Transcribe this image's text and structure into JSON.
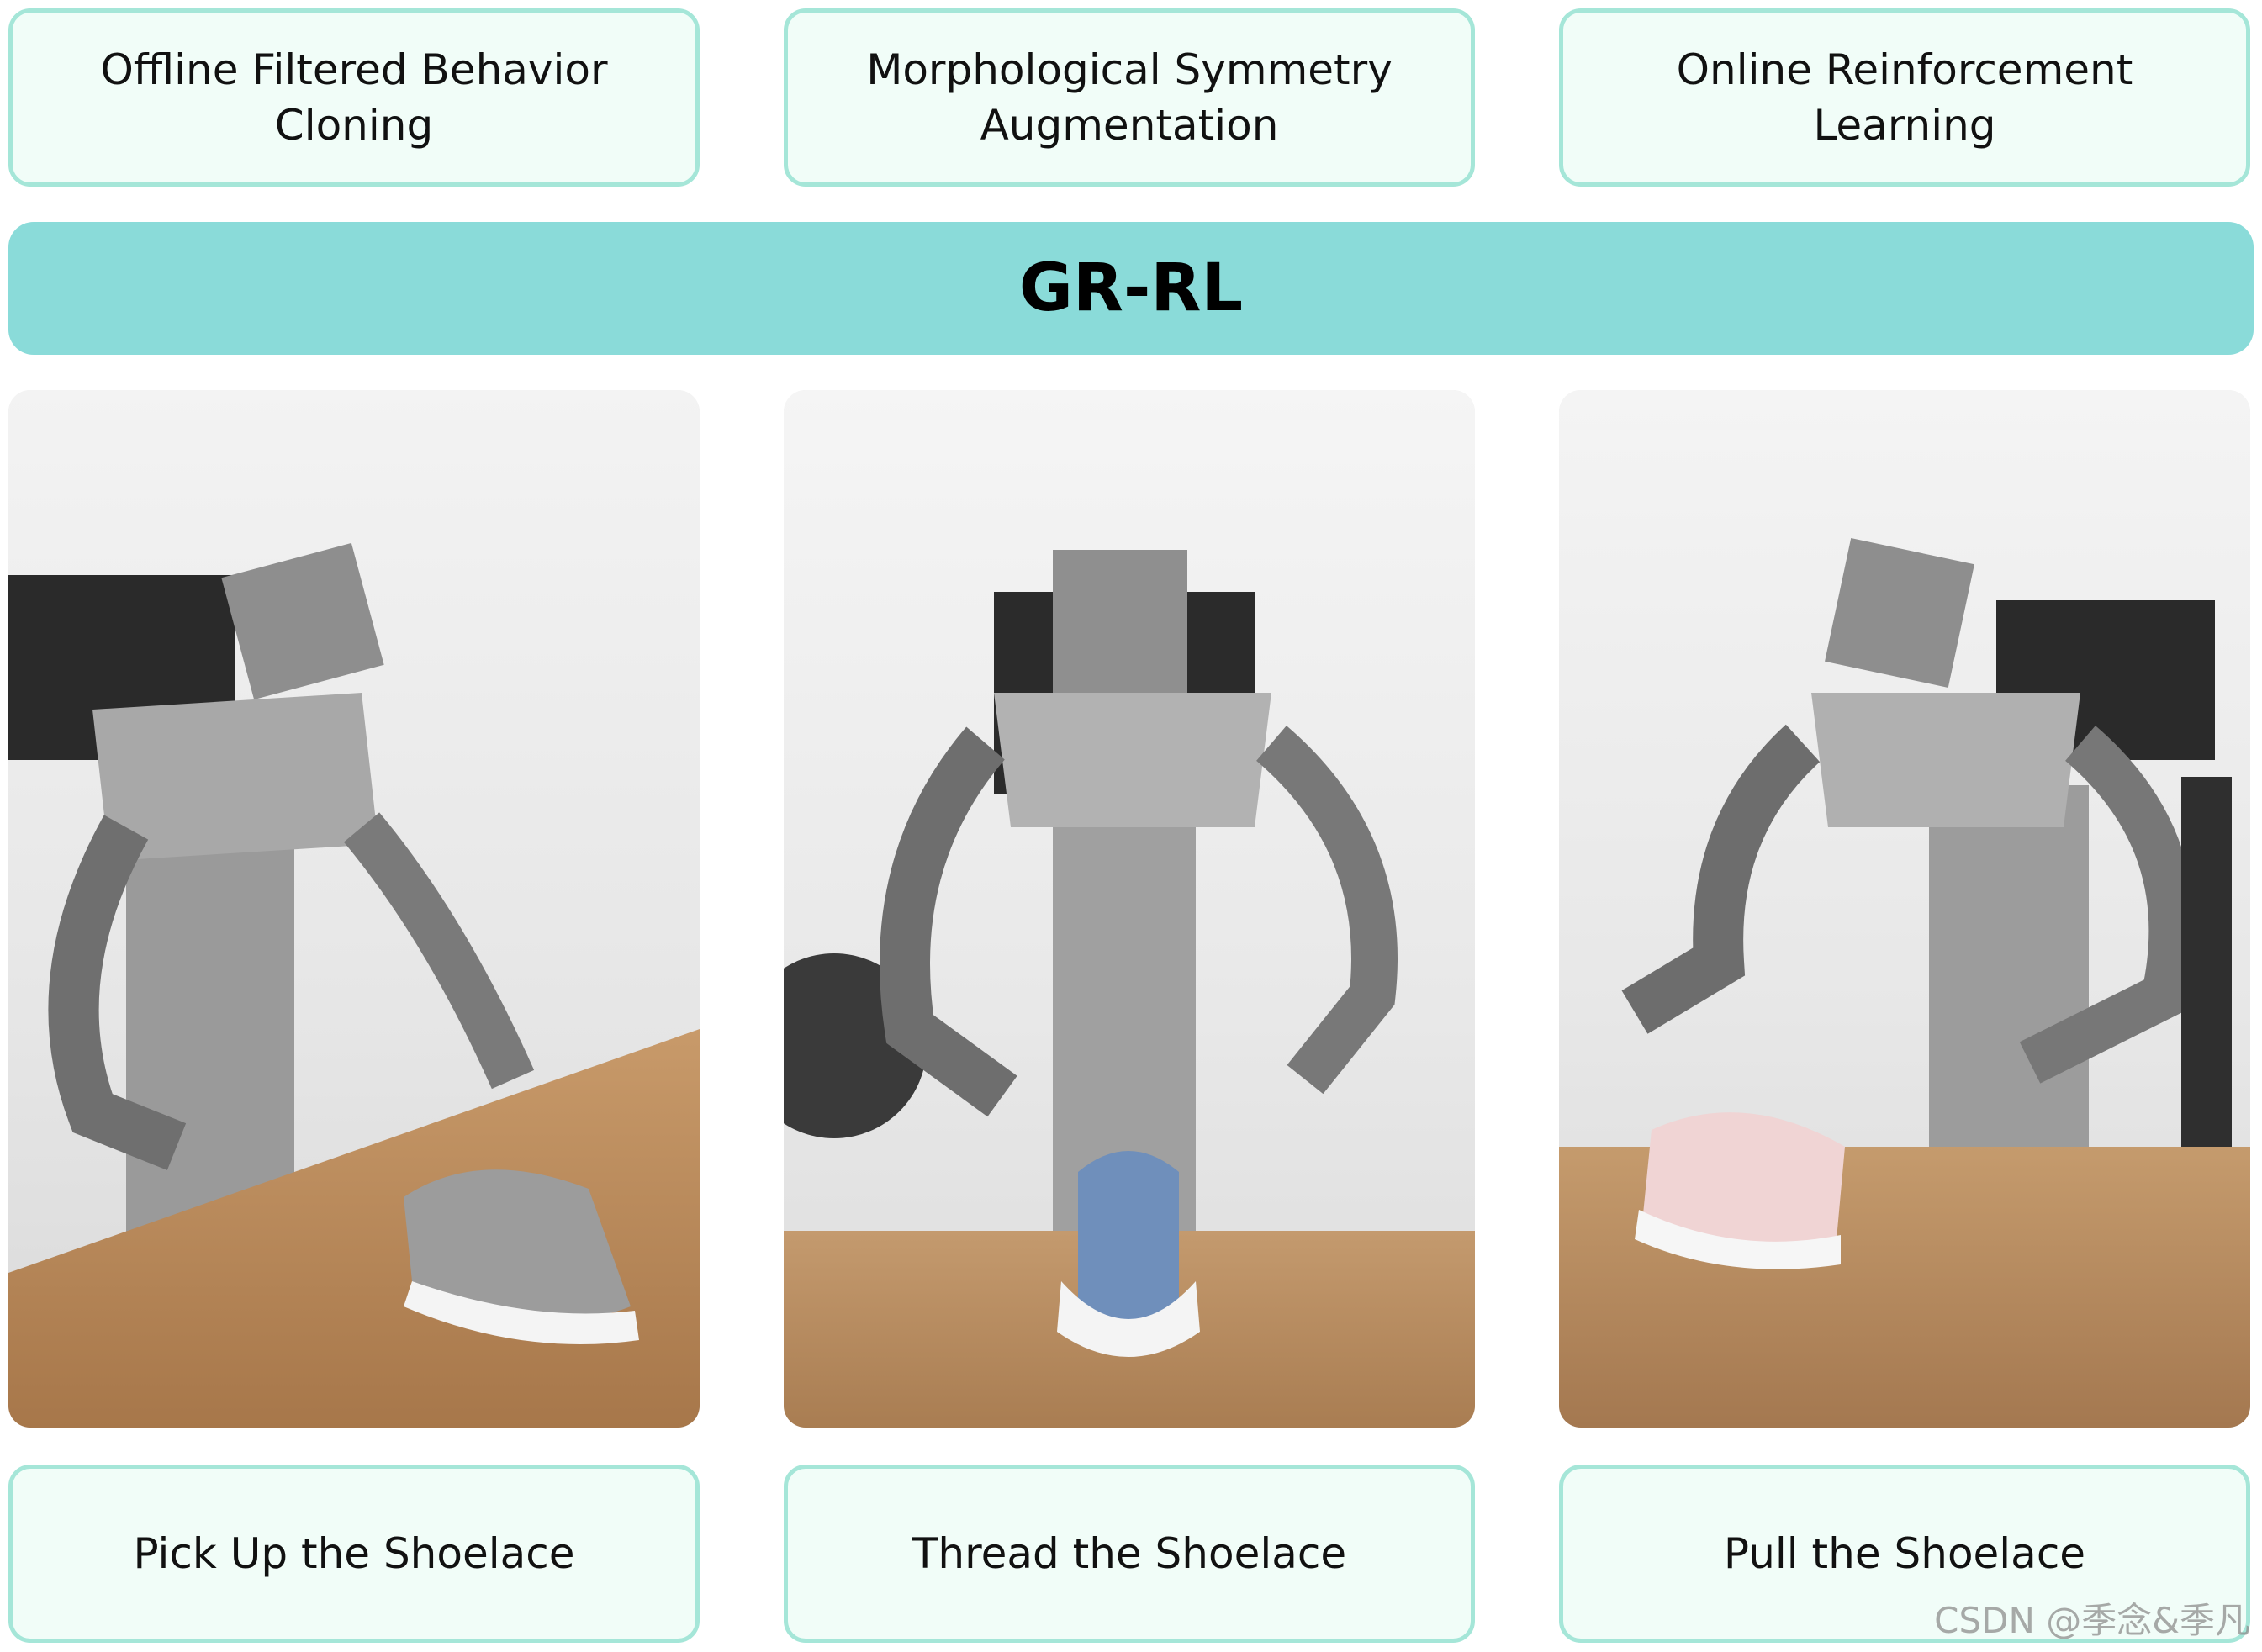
{
  "top_labels": [
    {
      "text": "Offline Filtered Behavior\nCloning"
    },
    {
      "text": "Morphological Symmetry\nAugmentation"
    },
    {
      "text": "Online Reinforcement\nLearning"
    }
  ],
  "banner": {
    "title": "GR-RL"
  },
  "photos": [
    {
      "description_icon": "robot-pick-photo"
    },
    {
      "description_icon": "robot-thread-photo"
    },
    {
      "description_icon": "robot-pull-photo"
    }
  ],
  "bottom_labels": [
    {
      "text": "Pick Up the Shoelace"
    },
    {
      "text": "Thread the Shoelace"
    },
    {
      "text": "Pull the Shoelace"
    }
  ],
  "watermark": {
    "text": "CSDN @季念&季凡"
  },
  "colors": {
    "box_fill": "#f1fdf8",
    "box_border": "#a5e6d8",
    "banner_fill": "#8adbd9"
  }
}
